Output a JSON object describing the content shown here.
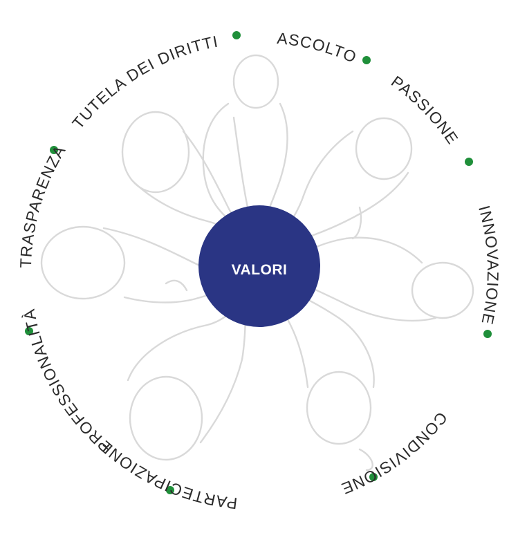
{
  "center": {
    "label": "VALORI",
    "color": "#2a3584"
  },
  "colors": {
    "dot": "#1f8f3a",
    "text": "#2b2b2b",
    "sketch": "#d9d9d9"
  },
  "values": [
    {
      "key": "ascolto",
      "label": "ASCOLTO"
    },
    {
      "key": "passione",
      "label": "PASSIONE"
    },
    {
      "key": "innovazione",
      "label": "INNOVAZIONE"
    },
    {
      "key": "condivisione",
      "label": "CONDIVISIONE"
    },
    {
      "key": "partecipazione",
      "label": "PARTECIPAZIONE"
    },
    {
      "key": "professionalita",
      "label": "PROFESSIONALITÀ"
    },
    {
      "key": "trasparenza",
      "label": "TRASPARENZA"
    },
    {
      "key": "tutela",
      "label": "TUTELA DEI DIRITTI"
    }
  ],
  "illustration": {
    "icon": "people-hands-together-sketch"
  }
}
